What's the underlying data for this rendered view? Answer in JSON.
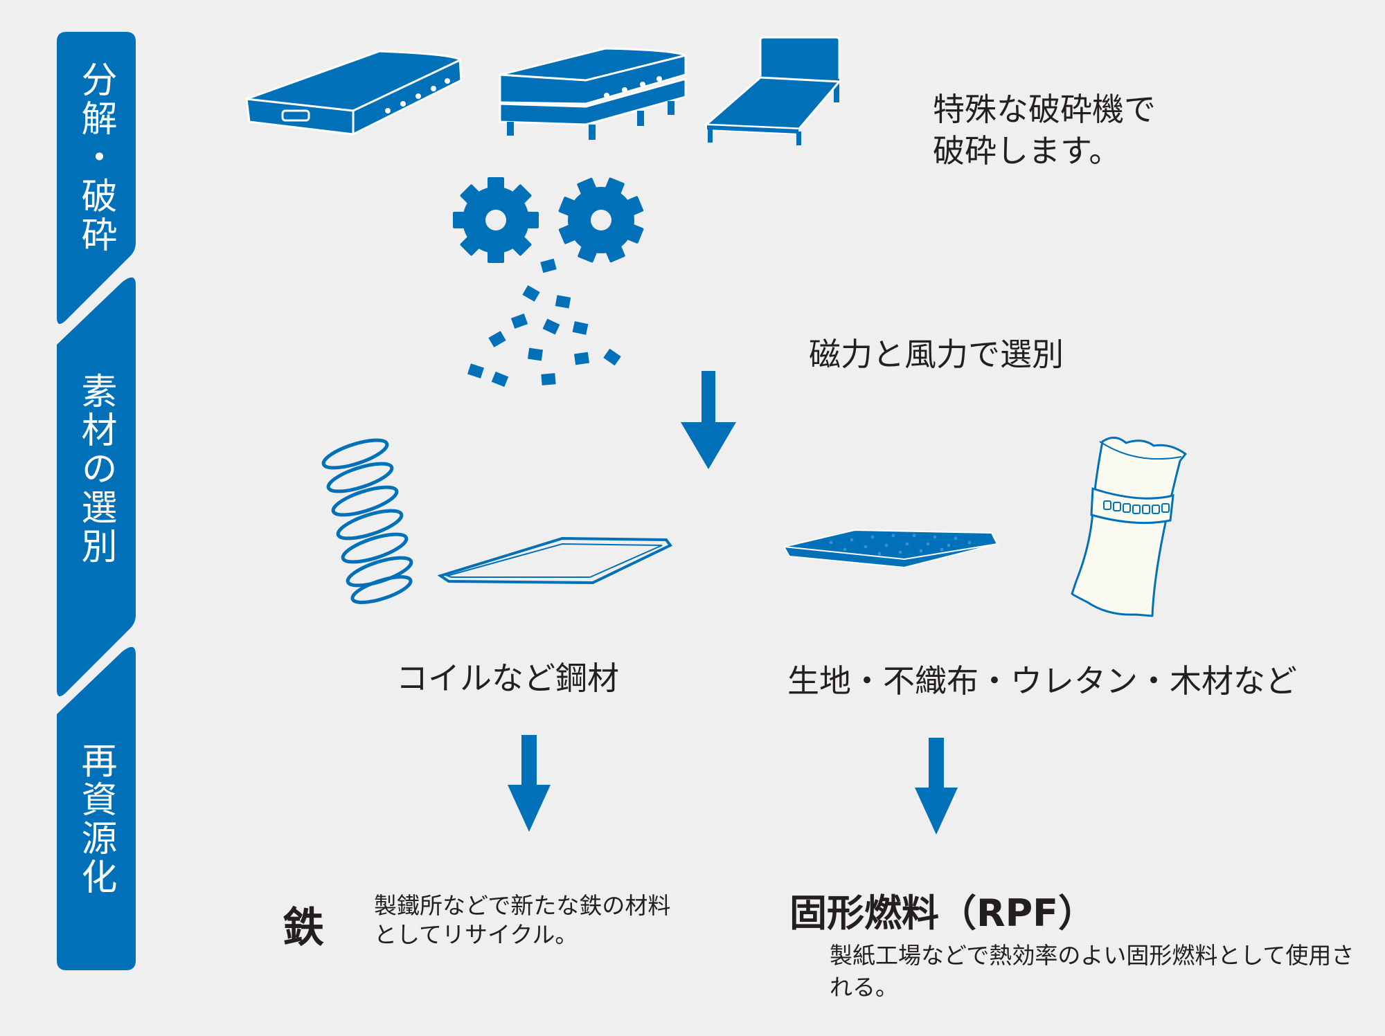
{
  "colors": {
    "accent": "#0071b9",
    "background": "#efefef",
    "text": "#231f20",
    "bag_fill": "#fbfbf1"
  },
  "steps": [
    {
      "label": "分解・破砕"
    },
    {
      "label": "素材の選別"
    },
    {
      "label": "再資源化"
    }
  ],
  "shredding": {
    "note": "特殊な破砕機で破砕します。"
  },
  "sorting": {
    "note": "磁力と風力で選別"
  },
  "materials": {
    "metal_label": "コイルなど鋼材",
    "other_label": "生地・不織布・ウレタン・木材など"
  },
  "outputs": {
    "iron": {
      "title": "鉄",
      "description": "製鐵所などで新たな鉄の材料としてリサイクル。"
    },
    "rpf": {
      "title": "固形燃料（RPF）",
      "description": "製紙工場などで熱効率のよい固形燃料として使用される。"
    }
  },
  "icons": [
    "mattress-icon",
    "box-spring-bed-icon",
    "bed-frame-icon",
    "gear-icon",
    "coil-spring-icon",
    "steel-frame-icon",
    "fabric-sheet-icon",
    "fuel-bag-icon",
    "arrow-down-icon"
  ]
}
